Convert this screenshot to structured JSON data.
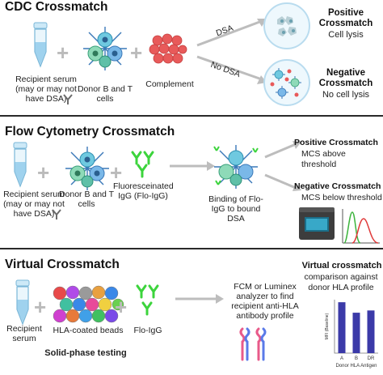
{
  "cdc": {
    "title": "CDC Crossmatch",
    "serum_label": "Recipient serum (may or may not have DSA)",
    "cells_label": "Donor B and T cells",
    "complement_label": "Complement",
    "arrow_dsa": "DSA",
    "arrow_no_dsa": "No DSA",
    "positive_title": "Positive Crossmatch",
    "positive_sub": "Cell lysis",
    "negative_title": "Negative Crossmatch",
    "negative_sub": "No cell lysis"
  },
  "flow": {
    "title": "Flow Cytometry Crossmatch",
    "serum_label": "Recipient serum (may or may not have DSA)",
    "cells_label": "Donor B and T cells",
    "igg_label": "Fluoresceinated IgG (Flo-IgG)",
    "binding_label": "Binding of Flo-IgG to bound DSA",
    "positive_title": "Positive Crossmatch",
    "positive_sub": "MCS above threshold",
    "negative_title": "Negative Crossmatch",
    "negative_sub": "MCS below threshold"
  },
  "virtual": {
    "title": "Virtual Crossmatch",
    "serum_label": "Recipient serum",
    "beads_label": "HLA-coated beads",
    "igg_label": "Flo-IgG",
    "solid_phase_label": "Solid-phase testing",
    "analyzer_label": "FCM or Luminex analyzer to find recipient anti-HLA antibody profile",
    "result_title": "Virtual crossmatch",
    "result_sub": "comparison against donor HLA profile",
    "chart_data": {
      "type": "bar",
      "categories": [
        "A",
        "B",
        "DR"
      ],
      "values": [
        3400,
        2700,
        2850
      ],
      "ylabel": "MFI (Baseline)",
      "xlabel": "Donor HLA Antigen",
      "colors": [
        "#3b3aa8"
      ]
    }
  },
  "colors": {
    "arrow": "#bdbdbd",
    "plus": "#bbbbbb",
    "antibody_green": "#3cd43c",
    "antibody_gray": "#6b6b6b",
    "complement_red": "#e85a5a",
    "separator": "#2a2a2a",
    "bar": "#3b3aa8"
  },
  "icons": [
    "tube-icon",
    "antibody-icon",
    "b-cell-icon",
    "t-cell-icon",
    "complement-icon",
    "lysed-dish-icon",
    "intact-dish-icon",
    "bead-icon",
    "flow-cytometer-icon",
    "histogram-icon",
    "hla-molecule-icon"
  ]
}
